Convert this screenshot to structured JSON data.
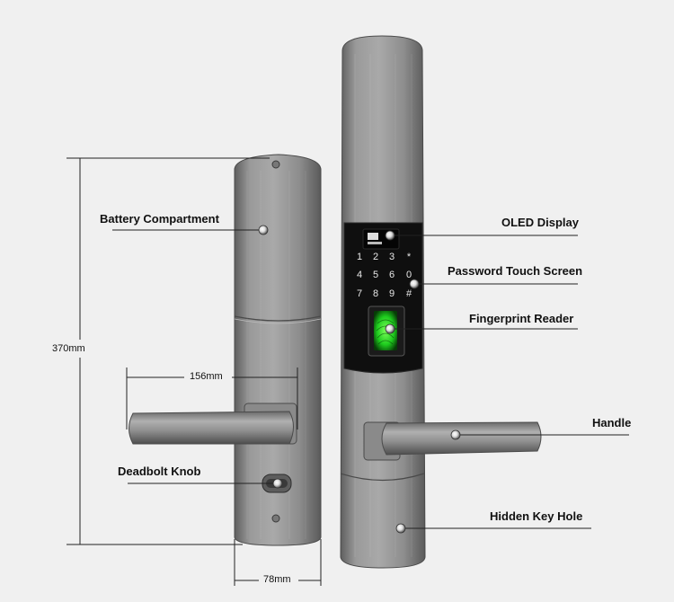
{
  "callouts": {
    "battery": "Battery Compartment",
    "deadbolt": "Deadbolt Knob",
    "oled": "OLED Display",
    "password": "Password Touch Screen",
    "fingerprint": "Fingerprint Reader",
    "handle": "Handle",
    "keyhole": "Hidden Key Hole"
  },
  "dimensions": {
    "height": "370mm",
    "handle_length": "156mm",
    "width": "78mm"
  },
  "keypad": [
    "1",
    "2",
    "3",
    "*",
    "4",
    "5",
    "6",
    "0",
    "7",
    "8",
    "9",
    "#"
  ],
  "colors": {
    "background": "#f0f0f0",
    "steel": "#8a8a8a",
    "keypad_panel": "#111111",
    "keypad_digits": "#e8e8e8",
    "fingerprint_glow": "#39ff14"
  }
}
